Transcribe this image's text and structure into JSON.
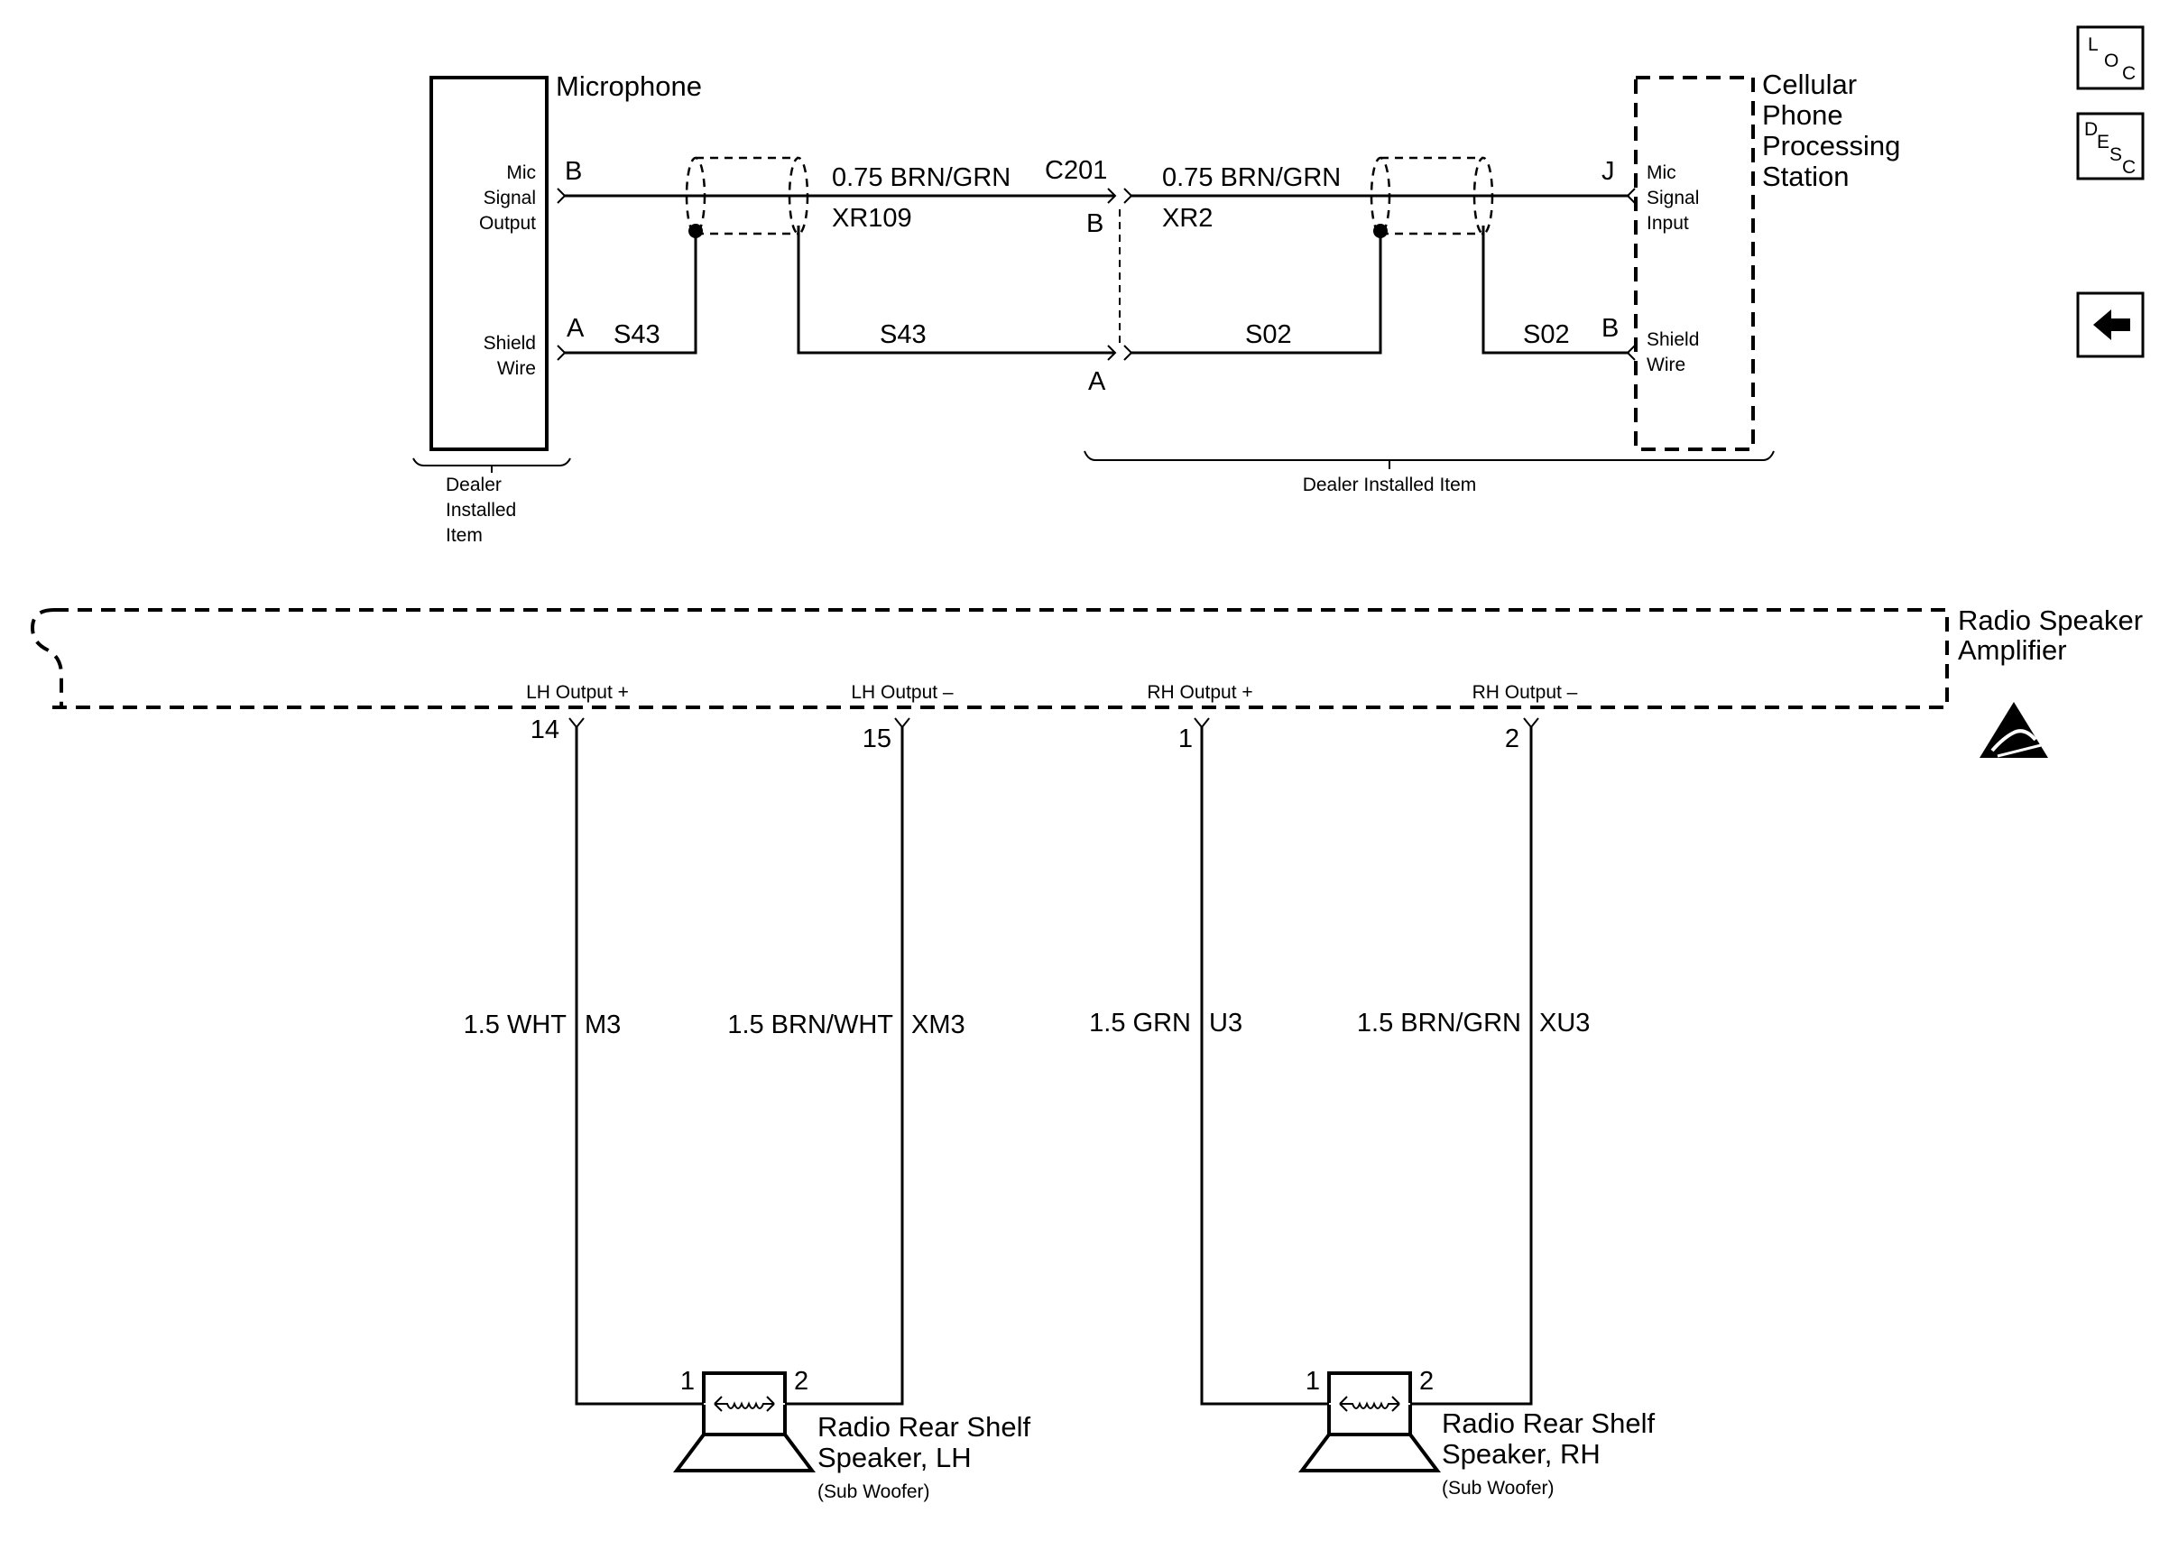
{
  "nav": {
    "loc": {
      "l1": "L",
      "l2": "O",
      "l3": "C"
    },
    "desc": {
      "l1": "D",
      "l2": "E",
      "l3": "S",
      "l4": "C"
    }
  },
  "microphone": {
    "title": "Microphone",
    "pin_b": {
      "label1": "Mic",
      "label2": "Signal",
      "label3": "Output",
      "letter": "B"
    },
    "pin_a": {
      "label1": "Shield",
      "label2": "Wire",
      "letter": "A"
    },
    "note": {
      "l1": "Dealer",
      "l2": "Installed",
      "l3": "Item"
    }
  },
  "cellular": {
    "title1": "Cellular",
    "title2": "Phone",
    "title3": "Processing",
    "title4": "Station",
    "pin_j": {
      "label1": "Mic",
      "label2": "Signal",
      "label3": "Input",
      "letter": "J"
    },
    "pin_b": {
      "label1": "Shield",
      "label2": "Wire",
      "letter": "B"
    },
    "note": "Dealer Installed Item"
  },
  "connector": {
    "name": "C201",
    "pin_b": "B",
    "pin_a": "A"
  },
  "wires_top": {
    "left_signal_color": "0.75 BRN/GRN",
    "left_signal_circuit": "XR109",
    "right_signal_color": "0.75 BRN/GRN",
    "right_signal_circuit": "XR2",
    "drain_left_1": "S43",
    "drain_left_2": "S43",
    "drain_right_1": "S02",
    "drain_right_2": "S02"
  },
  "amplifier": {
    "title1": "Radio Speaker",
    "title2": "Amplifier",
    "outputs": [
      {
        "label": "LH Output  +",
        "pin": "14"
      },
      {
        "label": "LH Output  –",
        "pin": "15"
      },
      {
        "label": "RH Output  +",
        "pin": "1"
      },
      {
        "label": "RH Output  –",
        "pin": "2"
      }
    ]
  },
  "wires_bottom": [
    {
      "color": "1.5 WHT",
      "circuit": "M3"
    },
    {
      "color": "1.5 BRN/WHT",
      "circuit": "XM3"
    },
    {
      "color": "1.5 GRN",
      "circuit": "U3"
    },
    {
      "color": "1.5 BRN/GRN",
      "circuit": "XU3"
    }
  ],
  "speakers": [
    {
      "pin1": "1",
      "pin2": "2",
      "name1": "Radio Rear Shelf",
      "name2": "Speaker, LH",
      "sub": "(Sub Woofer)"
    },
    {
      "pin1": "1",
      "pin2": "2",
      "name1": "Radio Rear Shelf",
      "name2": "Speaker, RH",
      "sub": "(Sub Woofer)"
    }
  ]
}
